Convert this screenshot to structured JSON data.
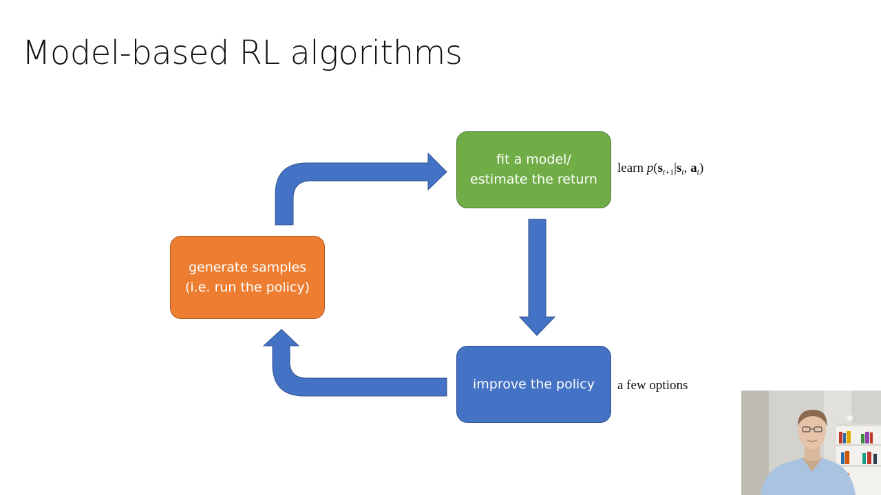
{
  "slide": {
    "title": "Model-based RL algorithms"
  },
  "diagram": {
    "nodes": [
      {
        "id": "generate",
        "lines": [
          "generate samples",
          "(i.e. run the policy)"
        ],
        "color": "#ed7d31"
      },
      {
        "id": "fit",
        "lines": [
          "fit a model/",
          "estimate the return"
        ],
        "color": "#70ad47"
      },
      {
        "id": "improve",
        "lines": [
          "improve the policy"
        ],
        "color": "#4472c4"
      }
    ],
    "arrow_color": "#4472c4",
    "edges": [
      {
        "from": "generate",
        "to": "fit"
      },
      {
        "from": "fit",
        "to": "improve"
      },
      {
        "from": "improve",
        "to": "generate"
      }
    ]
  },
  "annotations": {
    "learn_prefix": "learn",
    "learn_formula": "p(st+1|st, at)",
    "options": "a few options"
  },
  "webcam": {
    "present": true
  }
}
